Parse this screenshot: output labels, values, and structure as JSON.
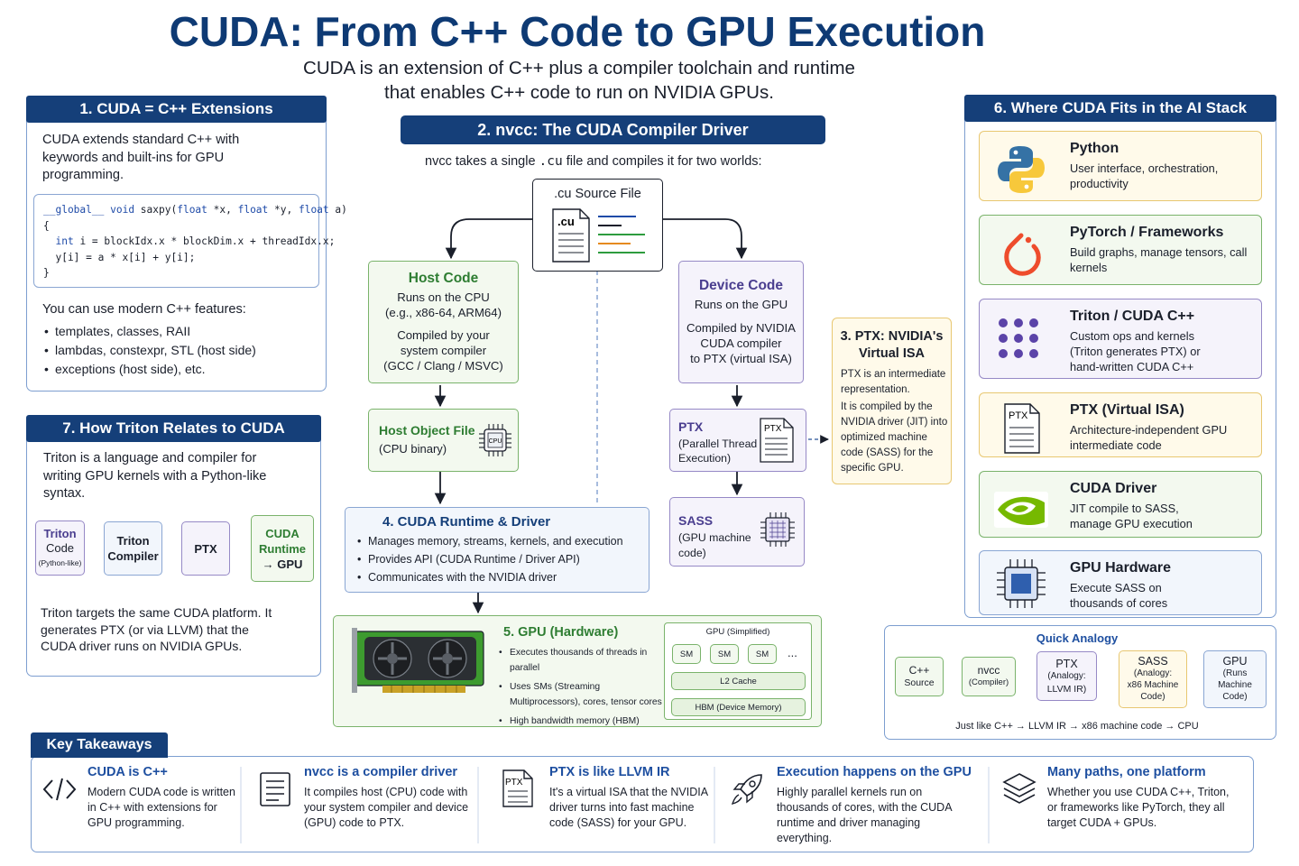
{
  "title": "CUDA: From C++ Code to GPU Execution",
  "subtitle": [
    "CUDA is an extension of C++ plus a compiler toolchain and runtime",
    "that enables C++ code to run on NVIDIA GPUs."
  ],
  "p1": {
    "header": "1. CUDA = C++ Extensions",
    "intro": "CUDA extends standard C++ with keywords and built-ins for GPU programming.",
    "code": [
      "__global__ void saxpy(float *x, float *y, float a)",
      "{",
      "  int i = blockIdx.x * blockDim.x + threadIdx.x;",
      "  y[i] = a * x[i] + y[i];",
      "}"
    ],
    "features_intro": "You can use modern C++ features:",
    "features": [
      "templates, classes, RAII",
      "lambdas, constexpr, STL (host side)",
      "exceptions (host side), etc."
    ]
  },
  "p7": {
    "header": "7. How Triton Relates to CUDA",
    "intro": "Triton is a language and compiler for writing GPU kernels with a Python-like syntax.",
    "flow": {
      "triton": "Triton",
      "code": "Code",
      "pylike": "(Python-like)",
      "compiler1": "Triton",
      "compiler2": "Compiler",
      "ptx": "PTX",
      "rt1": "CUDA",
      "rt2": "Runtime",
      "rt3": "→ GPU"
    },
    "outro": "Triton targets the same CUDA platform. It generates PTX (or via LLVM) that the CUDA driver runs on NVIDIA GPUs."
  },
  "p2": {
    "header": "2. nvcc: The CUDA Compiler Driver",
    "lead": "nvcc takes a single",
    "lead_code": ".cu",
    "lead_tail": "file and compiles it for two worlds:",
    "source_title": ".cu Source File",
    "source_badge": ".cu",
    "host": {
      "title": "Host Code",
      "lines": [
        "Runs on the CPU",
        "(e.g., x86-64, ARM64)",
        "",
        "Compiled by your",
        "system compiler",
        "(GCC / Clang / MSVC)"
      ]
    },
    "device": {
      "title": "Device Code",
      "lines": [
        "Runs on the GPU",
        "",
        "Compiled by NVIDIA",
        "CUDA compiler",
        "to PTX (virtual ISA)"
      ]
    },
    "host_obj": {
      "title": "Host Object File",
      "sub": "(CPU binary)",
      "chip": "CPU"
    },
    "ptx": {
      "title": "PTX",
      "sub1": "(Parallel Thread",
      "sub2": "Execution)",
      "doc": "PTX"
    },
    "sass": {
      "title": "SASS",
      "sub1": "(GPU machine",
      "sub2": "code)"
    }
  },
  "p3": {
    "header1": "3. PTX: NVIDIA's",
    "header2": "Virtual ISA",
    "p1": "PTX is an intermediate representation.",
    "p2": "It is compiled by the NVIDIA driver (JIT) into optimized machine code (SASS) for the specific GPU."
  },
  "p4": {
    "header": "4. CUDA Runtime & Driver",
    "items": [
      "Manages memory, streams, kernels, and execution",
      "Provides API (CUDA Runtime / Driver API)",
      "Communicates with the NVIDIA driver"
    ]
  },
  "p5": {
    "header": "5. GPU (Hardware)",
    "items": [
      "Executes thousands of threads in parallel",
      "Uses SMs (Streaming Multiprocessors), cores, tensor cores",
      "High bandwidth memory (HBM)"
    ],
    "diagram_title": "GPU (Simplified)",
    "sm": "SM",
    "dots": "...",
    "l2": "L2 Cache",
    "hbm": "HBM (Device Memory)"
  },
  "p6": {
    "header": "6. Where CUDA Fits in the AI Stack",
    "layers": [
      {
        "title": "Python",
        "desc": "User interface, orchestration, productivity"
      },
      {
        "title": "PyTorch / Frameworks",
        "desc": "Build graphs, manage tensors, call kernels"
      },
      {
        "title": "Triton / CUDA C++",
        "desc": "Custom ops and kernels (Triton generates PTX) or hand-written CUDA C++"
      },
      {
        "title": "PTX (Virtual ISA)",
        "desc": "Architecture-independent GPU intermediate code"
      },
      {
        "title": "CUDA Driver",
        "desc": "JIT compile to SASS, manage GPU execution"
      },
      {
        "title": "GPU Hardware",
        "desc": "Execute SASS on thousands of cores"
      }
    ],
    "ptx_icon_text": "PTX"
  },
  "analogy": {
    "title": "Quick Analogy",
    "nodes": [
      {
        "l1": "C++",
        "l2": "Source"
      },
      {
        "l1": "nvcc",
        "l2": "(Compiler)"
      },
      {
        "l1": "PTX",
        "l2": "(Analogy:",
        "l3": "LLVM IR)"
      },
      {
        "l1": "SASS",
        "l2": "(Analogy:",
        "l3": "x86 Machine",
        "l4": "Code)"
      },
      {
        "l1": "GPU",
        "l2": "(Runs",
        "l3": "Machine",
        "l4": "Code)"
      }
    ],
    "caption": "Just like C++ → LLVM IR → x86 machine code → CPU"
  },
  "takeaways": {
    "header": "Key Takeaways",
    "items": [
      {
        "title": "CUDA is C++",
        "body": "Modern CUDA code is written in C++ with extensions for GPU programming.",
        "icon": "code-icon"
      },
      {
        "title": "nvcc is a compiler driver",
        "body": "It compiles host (CPU) code with your system compiler and device (GPU) code to PTX.",
        "icon": "document-icon"
      },
      {
        "title": "PTX is like LLVM IR",
        "body": "It's a virtual ISA that the NVIDIA driver turns into fast machine code (SASS) for your GPU.",
        "icon": "ptx-document-icon"
      },
      {
        "title": "Execution happens on the GPU",
        "body": "Highly parallel kernels run on thousands of cores, with the CUDA runtime and driver managing everything.",
        "icon": "rocket-icon"
      },
      {
        "title": "Many paths, one platform",
        "body": "Whether you use CUDA C++, Triton, or frameworks like PyTorch, they all target CUDA + GPUs.",
        "icon": "layers-icon"
      }
    ],
    "ptx_icon_text": "PTX"
  },
  "colors": {
    "navy": "#153f79",
    "green": "#2e7d32",
    "purple": "#4a3e8f",
    "yellow": "#fffaea",
    "nvidia": "#76b900",
    "pytorch": "#ee4c2c"
  }
}
